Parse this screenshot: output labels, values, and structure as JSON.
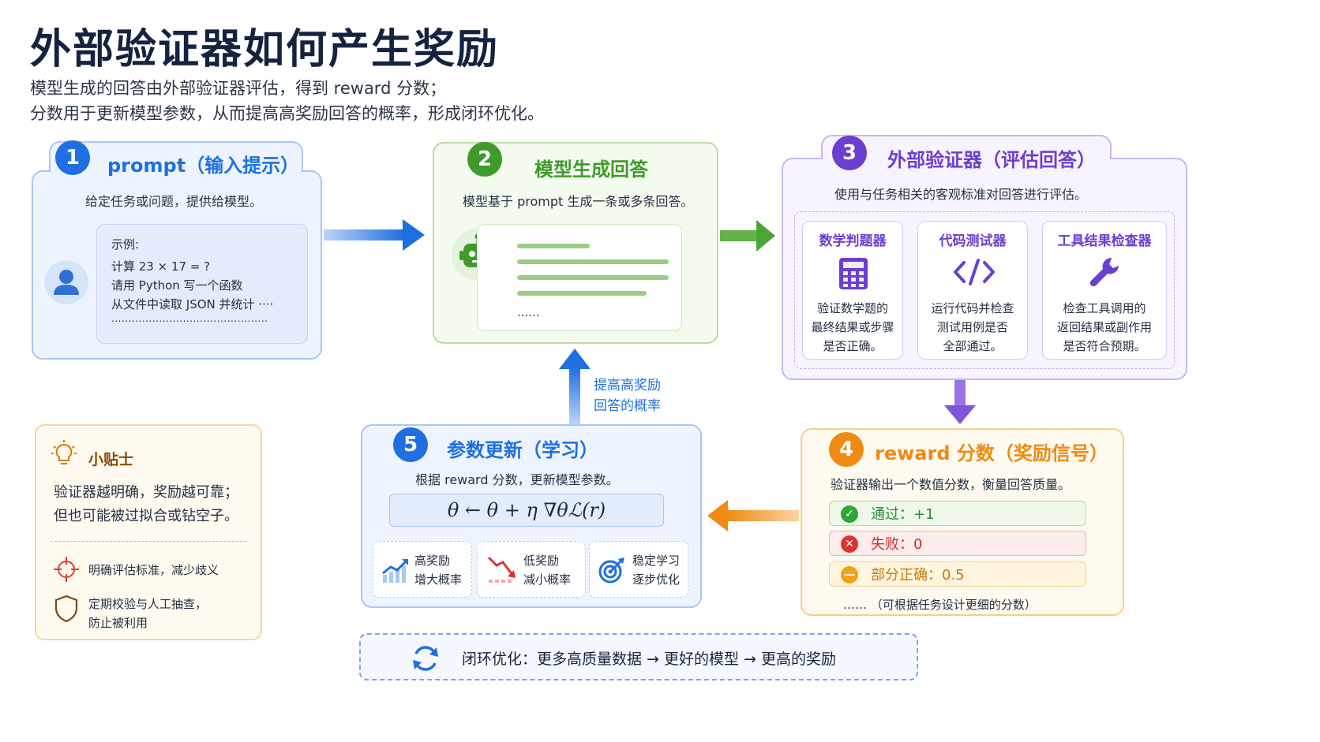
{
  "header": {
    "title": "外部验证器如何产生奖励",
    "subtitle_line1": "模型生成的回答由外部验证器评估，得到 reward 分数；",
    "subtitle_line2": "分数用于更新模型参数，从而提高高奖励回答的概率，形成闭环优化。"
  },
  "step1": {
    "number": "1",
    "title": "prompt（输入提示）",
    "desc": "给定任务或问题，提供给模型。",
    "example_label": "示例:",
    "example_lines": [
      "计算 23 × 17 = ?",
      "请用 Python 写一个函数",
      "从文件中读取 JSON 并统计 ····"
    ],
    "example_dots": ".............................................."
  },
  "step2": {
    "number": "2",
    "title": "模型生成回答",
    "desc": "模型基于 prompt 生成一条或多条回答。",
    "ellipsis": "......"
  },
  "step3": {
    "number": "3",
    "title": "外部验证器（评估回答）",
    "desc": "使用与任务相关的客观标准对回答进行评估。",
    "verifiers": [
      {
        "title": "数学判题器",
        "lines": [
          "验证数学题的",
          "最终结果或步骤",
          "是否正确。"
        ]
      },
      {
        "title": "代码测试器",
        "lines": [
          "运行代码并检查",
          "测试用例是否",
          "全部通过。"
        ]
      },
      {
        "title": "工具结果检查器",
        "lines": [
          "检查工具调用的",
          "返回结果或副作用",
          "是否符合预期。"
        ]
      }
    ]
  },
  "step4": {
    "number": "4",
    "title": "reward 分数（奖励信号）",
    "desc": "验证器输出一个数值分数，衡量回答质量。",
    "rows": [
      {
        "label": "通过：+1"
      },
      {
        "label": "失败：0"
      },
      {
        "label": "部分正确：0.5"
      }
    ],
    "note": "……  （可根据任务设计更细的分数）"
  },
  "step5": {
    "number": "5",
    "title": "参数更新（学习）",
    "desc": "根据 reward 分数，更新模型参数。",
    "formula": "θ ← θ + η ∇θℒ(r)",
    "effects": [
      {
        "line1": "高奖励",
        "line2": "增大概率"
      },
      {
        "line1": "低奖励",
        "line2": "减小概率"
      },
      {
        "line1": "稳定学习",
        "line2": "逐步优化"
      }
    ]
  },
  "up_arrow_label": {
    "line1": "提高高奖励",
    "line2": "回答的概率"
  },
  "tips": {
    "title": "小贴士",
    "line1": "验证器越明确，奖励越可靠；",
    "line2": "但也可能被过拟合或钻空子。",
    "item1": "明确评估标准，减少歧义",
    "item2_line1": "定期校验与人工抽查，",
    "item2_line2": "防止被利用"
  },
  "loop": {
    "text": "闭环优化：更多高质量数据 → 更好的模型 → 更高的奖励"
  },
  "colors": {
    "blue": "#1f6fe0",
    "green": "#3f9a2b",
    "purple": "#6b3fd1",
    "orange": "#f08a12",
    "pass": "#2fa53b",
    "fail": "#e0332f",
    "partial": "#f0a21a"
  }
}
